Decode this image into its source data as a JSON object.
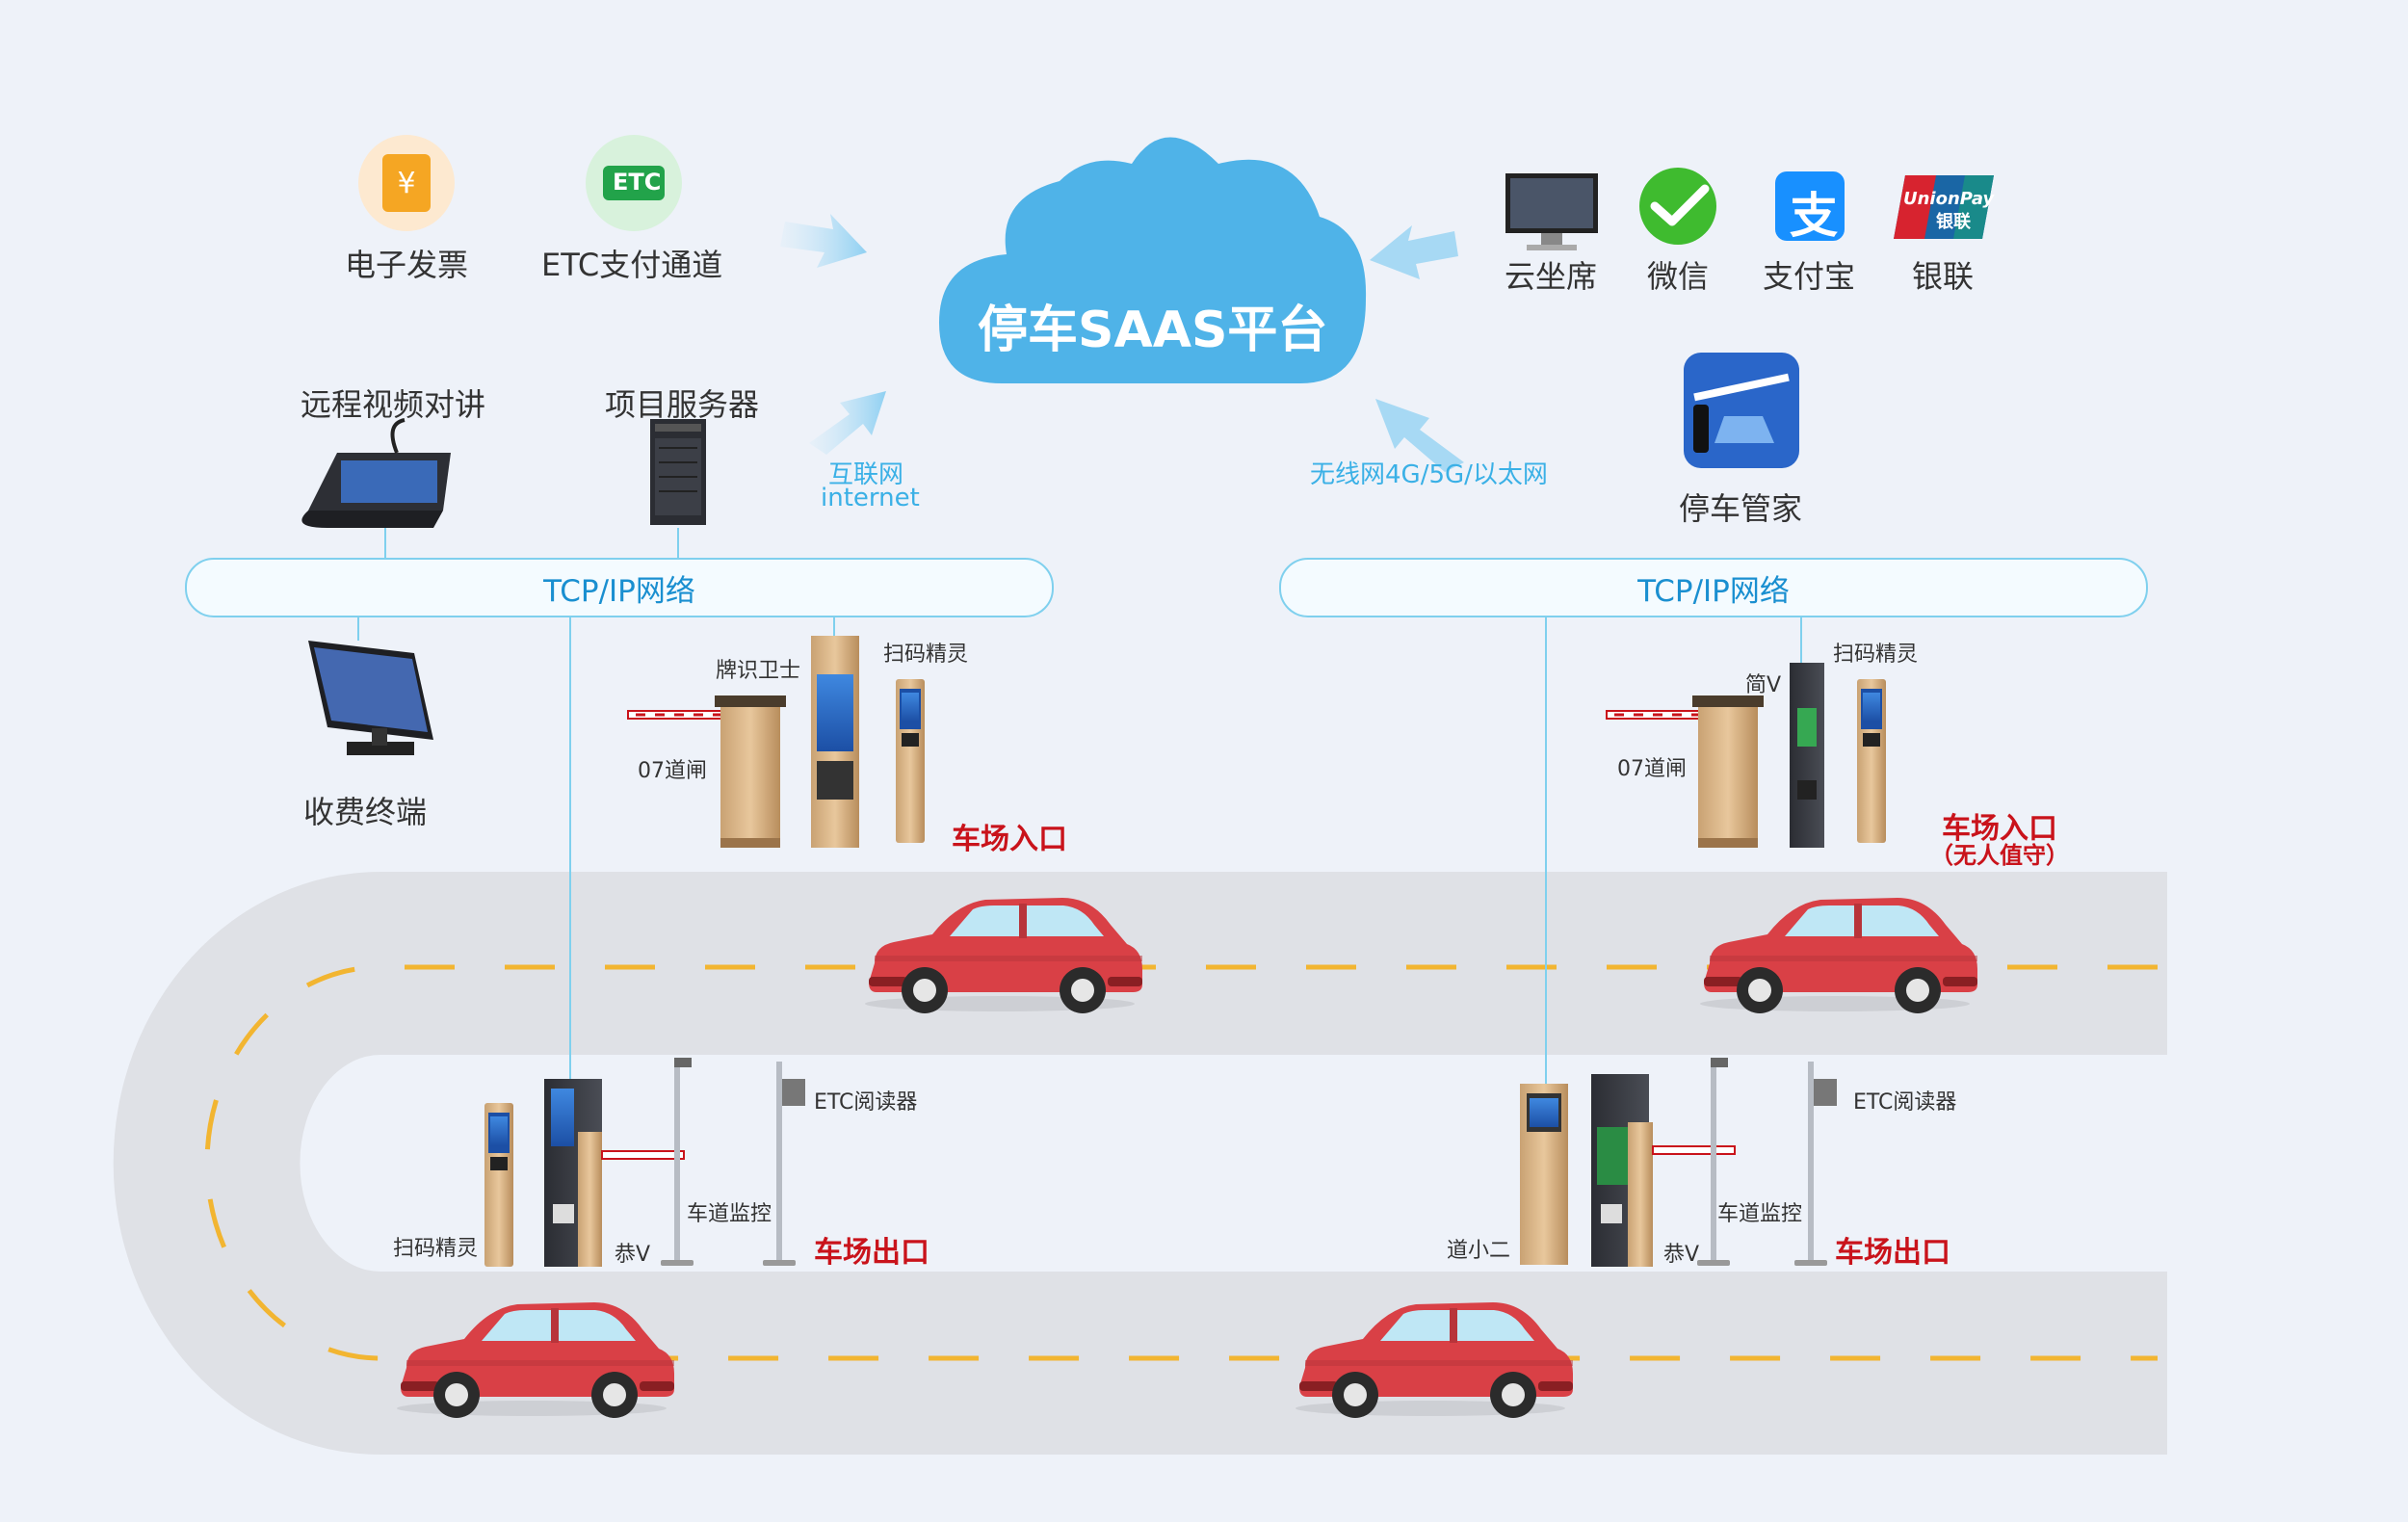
{
  "platform": {
    "title": "停车SAAS平台"
  },
  "top_left": {
    "invoice_label": "电子发票",
    "etc_label": "ETC支付通道",
    "etc_icon_text": "ETC"
  },
  "top_right": {
    "cloud_seat_label": "云坐席",
    "wechat_label": "微信",
    "alipay_label": "支付宝",
    "unionpay_label": "银联",
    "unionpay_icon_text": "UnionPay",
    "unionpay_icon_sub": "银联",
    "alipay_icon_text": "支",
    "parking_butler_label": "停车管家"
  },
  "connections": {
    "internet_cn": "互联网",
    "internet_en": "internet",
    "wireless": "无线网4G/5G/以太网"
  },
  "left_system": {
    "video_intercom_label": "远程视频对讲",
    "server_label": "项目服务器",
    "network_label": "TCP/IP网络",
    "terminal_label": "收费终端",
    "entry": {
      "plate_guard": "牌识卫士",
      "scanner": "扫码精灵",
      "gate": "07道闸",
      "title": "车场入口"
    },
    "exit": {
      "scanner": "扫码精灵",
      "gong_v": "恭V",
      "lane_monitor": "车道监控",
      "etc_reader": "ETC阅读器",
      "title": "车场出口"
    }
  },
  "right_system": {
    "network_label": "TCP/IP网络",
    "entry": {
      "jian_v": "简V",
      "scanner": "扫码精灵",
      "gate": "07道闸",
      "title": "车场入口",
      "subtitle": "（无人值守）"
    },
    "exit": {
      "dao_xiaoer": "道小二",
      "gong_v": "恭V",
      "lane_monitor": "车道监控",
      "etc_reader": "ETC阅读器",
      "title": "车场出口"
    }
  },
  "colors": {
    "background": "#eef2f9",
    "cloud": "#4fb3e8",
    "network_border": "#7fd0ee",
    "network_text": "#1a8fd0",
    "accent_red": "#c9131b",
    "road": "#dcdee3",
    "lane_dash": "#f2b531",
    "car": "#d94046"
  }
}
